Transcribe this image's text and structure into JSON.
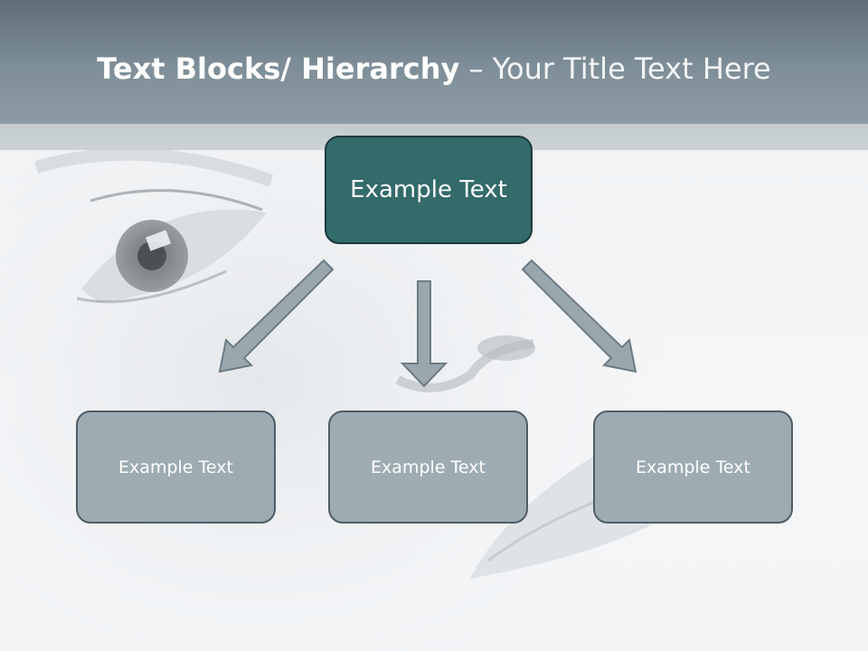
{
  "slide": {
    "title_bold": "Text Blocks/ Hierarchy",
    "title_dash": " – ",
    "title_rest": "Your Title Text Here"
  },
  "hierarchy": {
    "top": {
      "label": "Example Text"
    },
    "children": [
      {
        "label": "Example Text"
      },
      {
        "label": "Example Text"
      },
      {
        "label": "Example Text"
      }
    ]
  },
  "colors": {
    "title_bar": "#7f8f99",
    "top_box_fill": "#336a6a",
    "child_box_fill": "#9eabb3",
    "arrow_fill": "#9aa7ae",
    "arrow_stroke": "#6d7b84"
  }
}
